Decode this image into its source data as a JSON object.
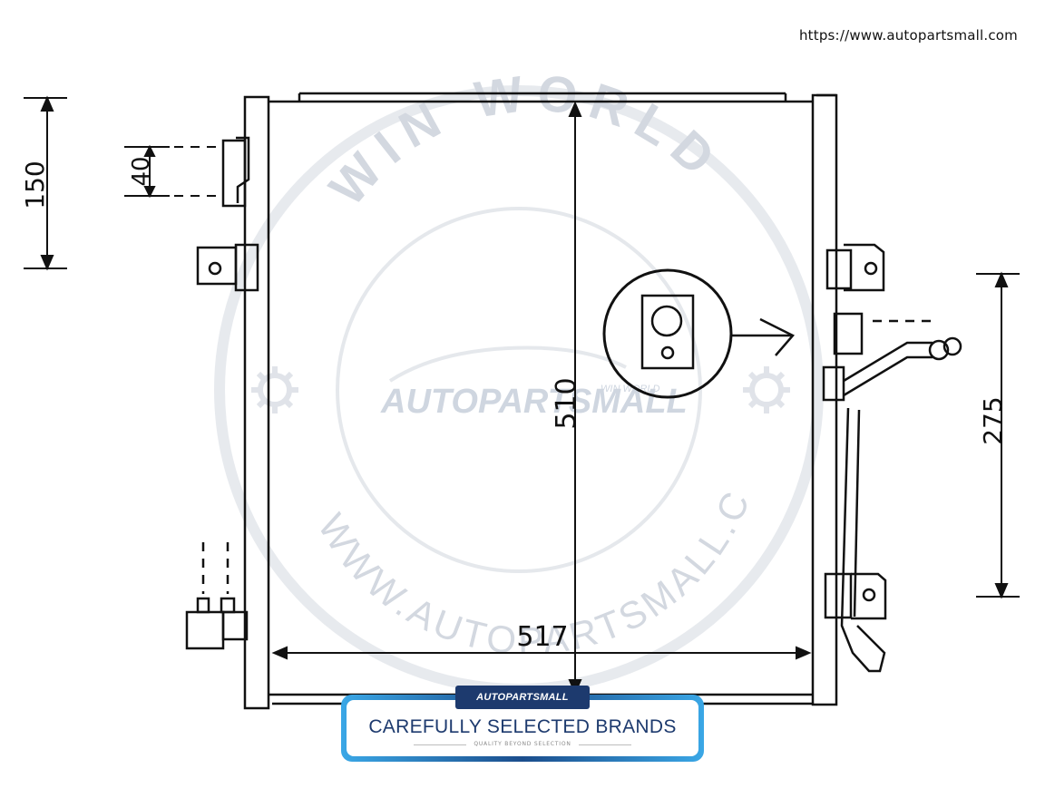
{
  "header": {
    "url": "https://www.autopartsmall.com"
  },
  "dimensions": {
    "width": "517",
    "height": "510",
    "left_outer": "150",
    "left_inner": "40",
    "right": "275"
  },
  "watermark": {
    "top_arc": "WIN WORLD",
    "bottom_arc": "WWW.AUTOPARTSMALL.COM",
    "logo": "AUTOPARTSMALL",
    "logo_small": "WIN WORLD"
  },
  "badge": {
    "logo": "AUTOPARTSMALL",
    "title": "CAREFULLY SELECTED BRANDS",
    "subtitle": "QUALITY BEYOND SELECTION"
  },
  "colors": {
    "line": "#111111",
    "watermark": "#c5ccd6",
    "badge_navy": "#1d3a6e",
    "badge_accent": "#3aa7e6"
  }
}
